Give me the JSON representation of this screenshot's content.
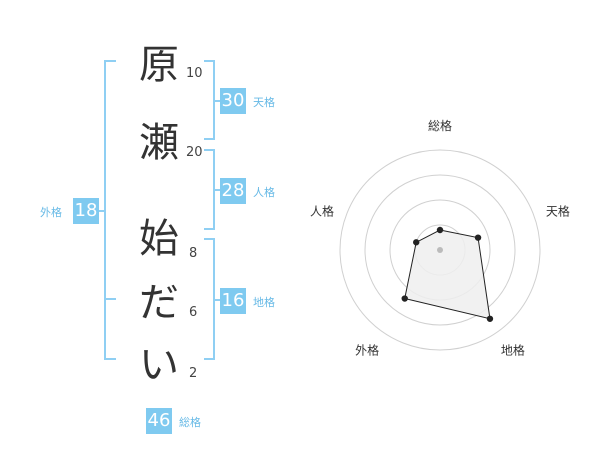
{
  "name": {
    "characters": [
      {
        "char": "原",
        "strokes": "10"
      },
      {
        "char": "瀬",
        "strokes": "20"
      },
      {
        "char": "始",
        "strokes": "8"
      },
      {
        "char": "だ",
        "strokes": "6"
      },
      {
        "char": "い",
        "strokes": "2"
      }
    ]
  },
  "fortune": {
    "tenkaku": {
      "label": "天格",
      "value": "30"
    },
    "jinkaku": {
      "label": "人格",
      "value": "28"
    },
    "chikaku": {
      "label": "地格",
      "value": "16"
    },
    "gaikaku": {
      "label": "外格",
      "value": "18"
    },
    "soukaku": {
      "label": "総格",
      "value": "46"
    }
  },
  "chart_data": {
    "type": "radar",
    "axes": [
      "総格",
      "天格",
      "地格",
      "外格",
      "人格"
    ],
    "values": [
      0.2,
      0.4,
      0.85,
      0.6,
      0.25
    ],
    "rings": 4,
    "colors": {
      "fill": "#eeeeee",
      "stroke": "#222222",
      "grid": "#d0d0d0",
      "center": "#bbbbbb"
    }
  },
  "colors": {
    "accent": "#7fcaf0",
    "label": "#66b9e6",
    "bracket": "#8fcff3"
  }
}
